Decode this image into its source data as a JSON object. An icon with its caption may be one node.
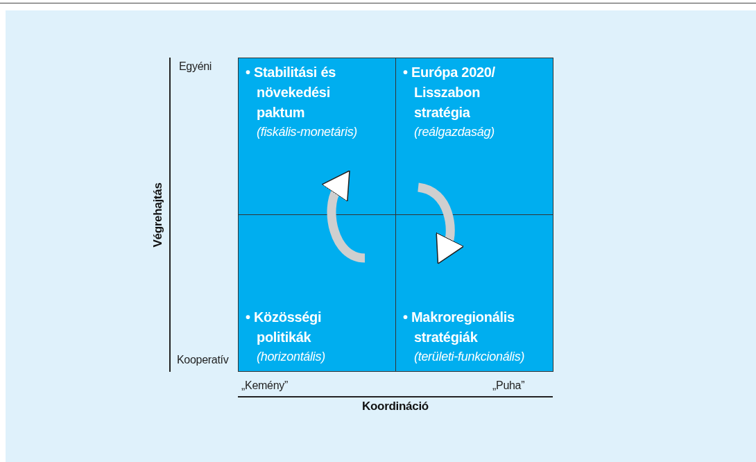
{
  "diagram": {
    "nodes": [
      {
        "text": [
          "• Stabilitási és növekedési paktum",
          "(fiskális-monetáris)"
        ]
      },
      {
        "text": [
          "• Európa 2020/ Lisszabon stratégia",
          "(reálgazdaság)"
        ]
      },
      {
        "text": [
          "• Közösségi politikák",
          "(horizontális)"
        ]
      },
      {
        "text": [
          "• Makroregionális stratégiák",
          "(területi-funkcionális)"
        ]
      }
    ],
    "edges": [
      {
        "from": 2,
        "to": 0,
        "arrow": "to"
      },
      {
        "from": 1,
        "to": 3,
        "arrow": "to"
      }
    ],
    "labels": [
      "Egyéni",
      "Végrehajtás",
      "Kooperatív",
      "„Kemény”",
      "„Puha”",
      "Koordináció"
    ]
  }
}
